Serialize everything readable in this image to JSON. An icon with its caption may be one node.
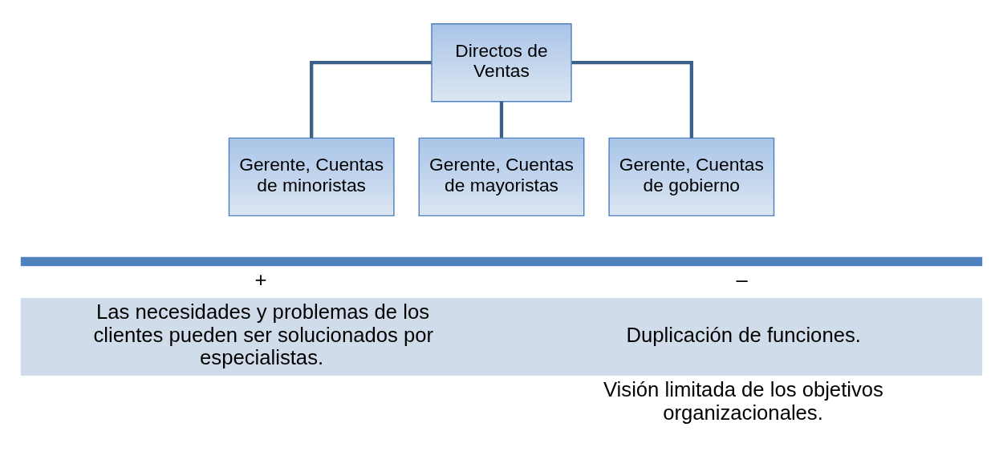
{
  "diagram": {
    "nodes": [
      {
        "text": [
          "Directos de Ventas"
        ]
      },
      {
        "text": [
          "Gerente, Cuentas de minoristas"
        ]
      },
      {
        "text": [
          "Gerente, Cuentas de mayoristas"
        ]
      },
      {
        "text": [
          "Gerente, Cuentas de gobierno"
        ]
      }
    ],
    "edges": [
      {
        "from": 0,
        "to": 1,
        "arrow": "none"
      },
      {
        "from": 0,
        "to": 2,
        "arrow": "none"
      },
      {
        "from": 0,
        "to": 3,
        "arrow": "none"
      }
    ],
    "labels": [
      "+",
      "–",
      "Las necesidades y problemas de los clientes pueden ser solucionados por especialistas.",
      "Duplicación de funciones.",
      "Visión limitada de los objetivos organizacionales."
    ]
  }
}
